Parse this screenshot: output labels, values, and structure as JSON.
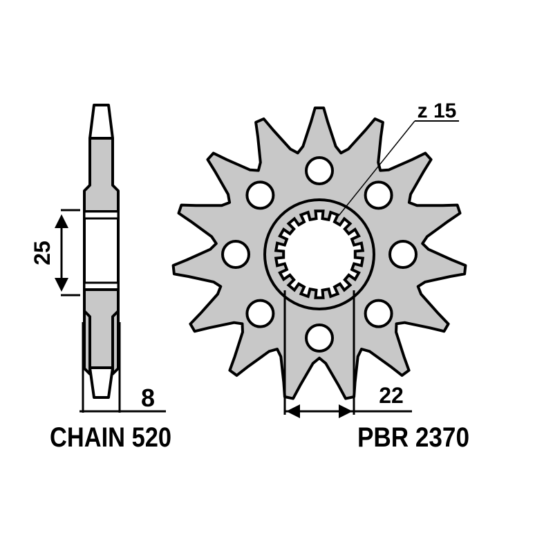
{
  "diagram": {
    "type": "technical-drawing",
    "subject": "front sprocket",
    "colors": {
      "fill": "#c8c8c8",
      "stroke": "#000000",
      "background": "#ffffff"
    },
    "labels": {
      "teeth": "z 15",
      "hub_height": "25",
      "thickness": "8",
      "spline_width": "22",
      "chain": "CHAIN 520",
      "part_number": "PBR 2370"
    },
    "geometry": {
      "teeth_count": 15,
      "bolt_holes": 8,
      "spline_teeth": 18
    }
  }
}
